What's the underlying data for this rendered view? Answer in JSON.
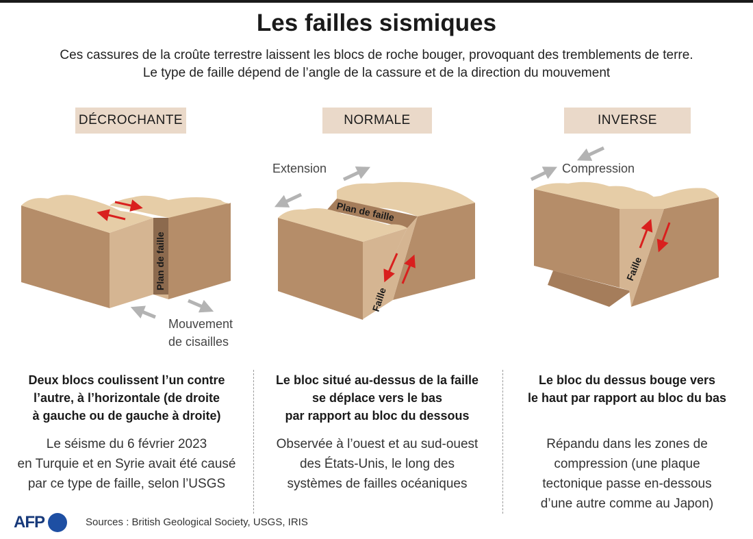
{
  "title": "Les failles sismiques",
  "subtitle": {
    "line1": "Ces cassures de la croûte terrestre laissent les blocs de roche bouger, provoquant des tremblements de terre.",
    "line2": "Le type de faille dépend de l’angle de la cassure et de la direction du mouvement"
  },
  "columns": [
    {
      "type": "DÉCROCHANTE",
      "labels": {
        "plane": "Plan de faille",
        "movement_1": "Mouvement",
        "movement_2": "de cisailles"
      },
      "heading": [
        "Deux blocs coulissent l’un contre",
        "l’autre, à l’horizontale (de droite",
        "à gauche ou de gauche à droite)"
      ],
      "body": [
        "Le séisme du 6 février 2023",
        "en Turquie et en Syrie avait été causé",
        "par ce type de faille, selon l’USGS"
      ]
    },
    {
      "type": "NORMALE",
      "labels": {
        "extension": "Extension",
        "plane": "Plan de faille",
        "fault": "Faille"
      },
      "heading": [
        "Le bloc situé au-dessus de la faille",
        "se déplace vers le bas",
        "par rapport au bloc du dessous"
      ],
      "body": [
        "Observée à l’ouest et au sud-ouest",
        "des États-Unis, le long des",
        "systèmes de failles océaniques"
      ]
    },
    {
      "type": "INVERSE",
      "labels": {
        "compression": "Compression",
        "fault": "Faille"
      },
      "heading": [
        "Le bloc du dessus bouge vers",
        "le haut par rapport au bloc du bas"
      ],
      "body": [
        "Répandu dans les zones de",
        "compression (une plaque",
        "tectonique passe en-dessous",
        "d’une autre comme au Japon)"
      ]
    }
  ],
  "footer": {
    "logo": "AFP",
    "sources": "Sources : British Geological Society, USGS, IRIS"
  },
  "colors": {
    "block_top": "#e6cda7",
    "block_front": "#d5b592",
    "block_side": "#b58d69",
    "arrow_red": "#d9201e",
    "arrow_grey": "#b3b3b3",
    "label_bg": "#ead9c9",
    "logo_blue": "#1e4fa3"
  }
}
